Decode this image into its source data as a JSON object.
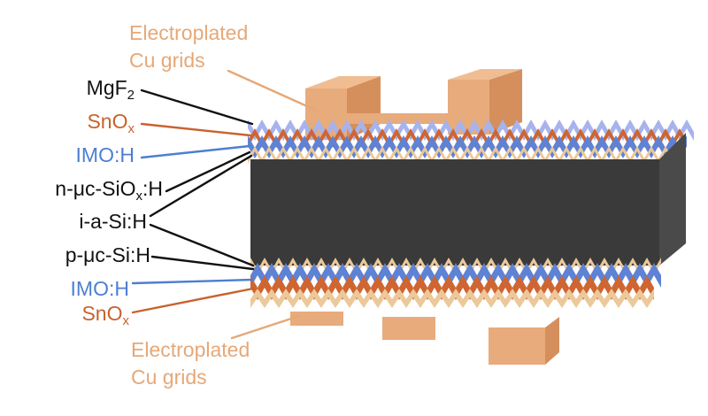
{
  "colors": {
    "copper": "#e8ab7c",
    "copper_text": "#e6a877",
    "copper_dark": "#d58f5c",
    "mgf2": "#a6b3ec",
    "sno": "#cf6531",
    "imo": "#5e82d4",
    "si_thin": "#ecc89a",
    "wafer_front": "#3a3a3a",
    "wafer_side": "#4a4a4a",
    "black_text": "#111111",
    "orange_text": "#c8622e",
    "blue_text": "#4d7fd1"
  },
  "top_grid_label": {
    "line1": "Electroplated",
    "line2": "Cu grids"
  },
  "bottom_grid_label": {
    "line1": "Electroplated",
    "line2": "Cu grids"
  },
  "layers": [
    {
      "main": "MgF",
      "sub": "2",
      "tail": "",
      "color": "black"
    },
    {
      "main": "SnO",
      "sub": "x",
      "tail": "",
      "color": "orange"
    },
    {
      "main": "IMO:H",
      "sub": "",
      "tail": "",
      "color": "blue"
    },
    {
      "main": "n-μc-SiO",
      "sub": "x",
      "tail": ":H",
      "color": "black"
    },
    {
      "main": "i-a-Si:H",
      "sub": "",
      "tail": "",
      "color": "black"
    },
    {
      "main": "p-μc-Si:H",
      "sub": "",
      "tail": "",
      "color": "black"
    },
    {
      "main": "IMO:H",
      "sub": "",
      "tail": "",
      "color": "blue"
    },
    {
      "main": "SnO",
      "sub": "x",
      "tail": "",
      "color": "orange"
    }
  ]
}
